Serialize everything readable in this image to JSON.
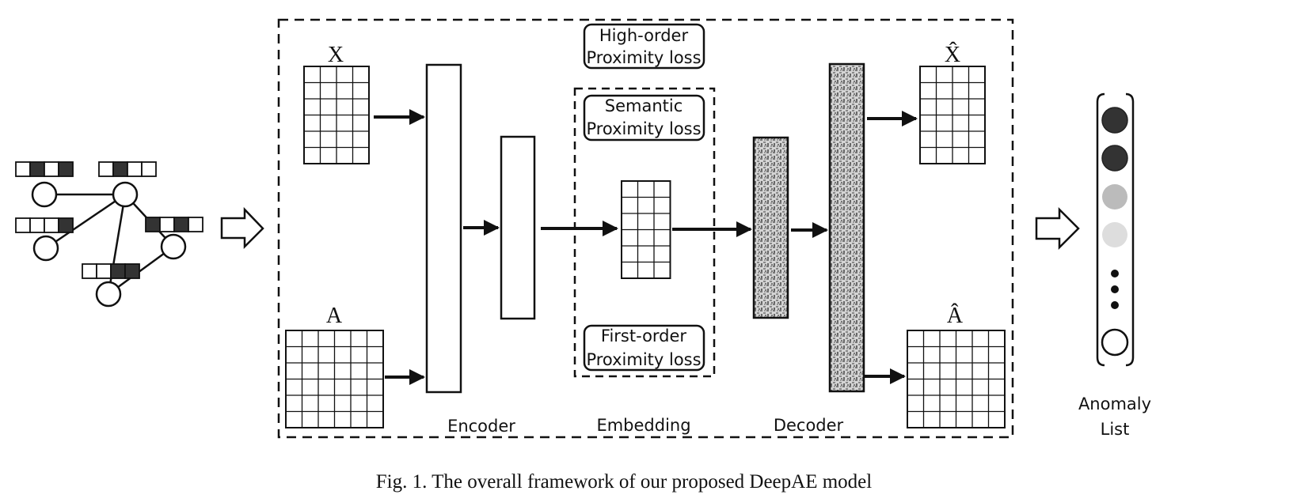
{
  "labels": {
    "x": "X",
    "a": "A",
    "x_hat": "X̂",
    "a_hat": "Â",
    "encoder": "Encoder",
    "embedding": "Embedding",
    "decoder": "Decoder",
    "high_order_loss_line1": "High-order",
    "high_order_loss_line2": "Proximity loss",
    "semantic_loss_line1": "Semantic",
    "semantic_loss_line2": "Proximity loss",
    "first_order_loss_line1": "First-order",
    "first_order_loss_line2": "Proximity loss",
    "anomaly_list_line1": "Anomaly",
    "anomaly_list_line2": "List"
  },
  "caption": "Fig. 1.  The overall framework of our proposed DeepAE model",
  "colors": {
    "stroke": "#111111",
    "node_dark": "#333333",
    "node_mid": "#bbbbbb",
    "node_light": "#dddddd",
    "pattern_fill": "#c8c8c8"
  }
}
